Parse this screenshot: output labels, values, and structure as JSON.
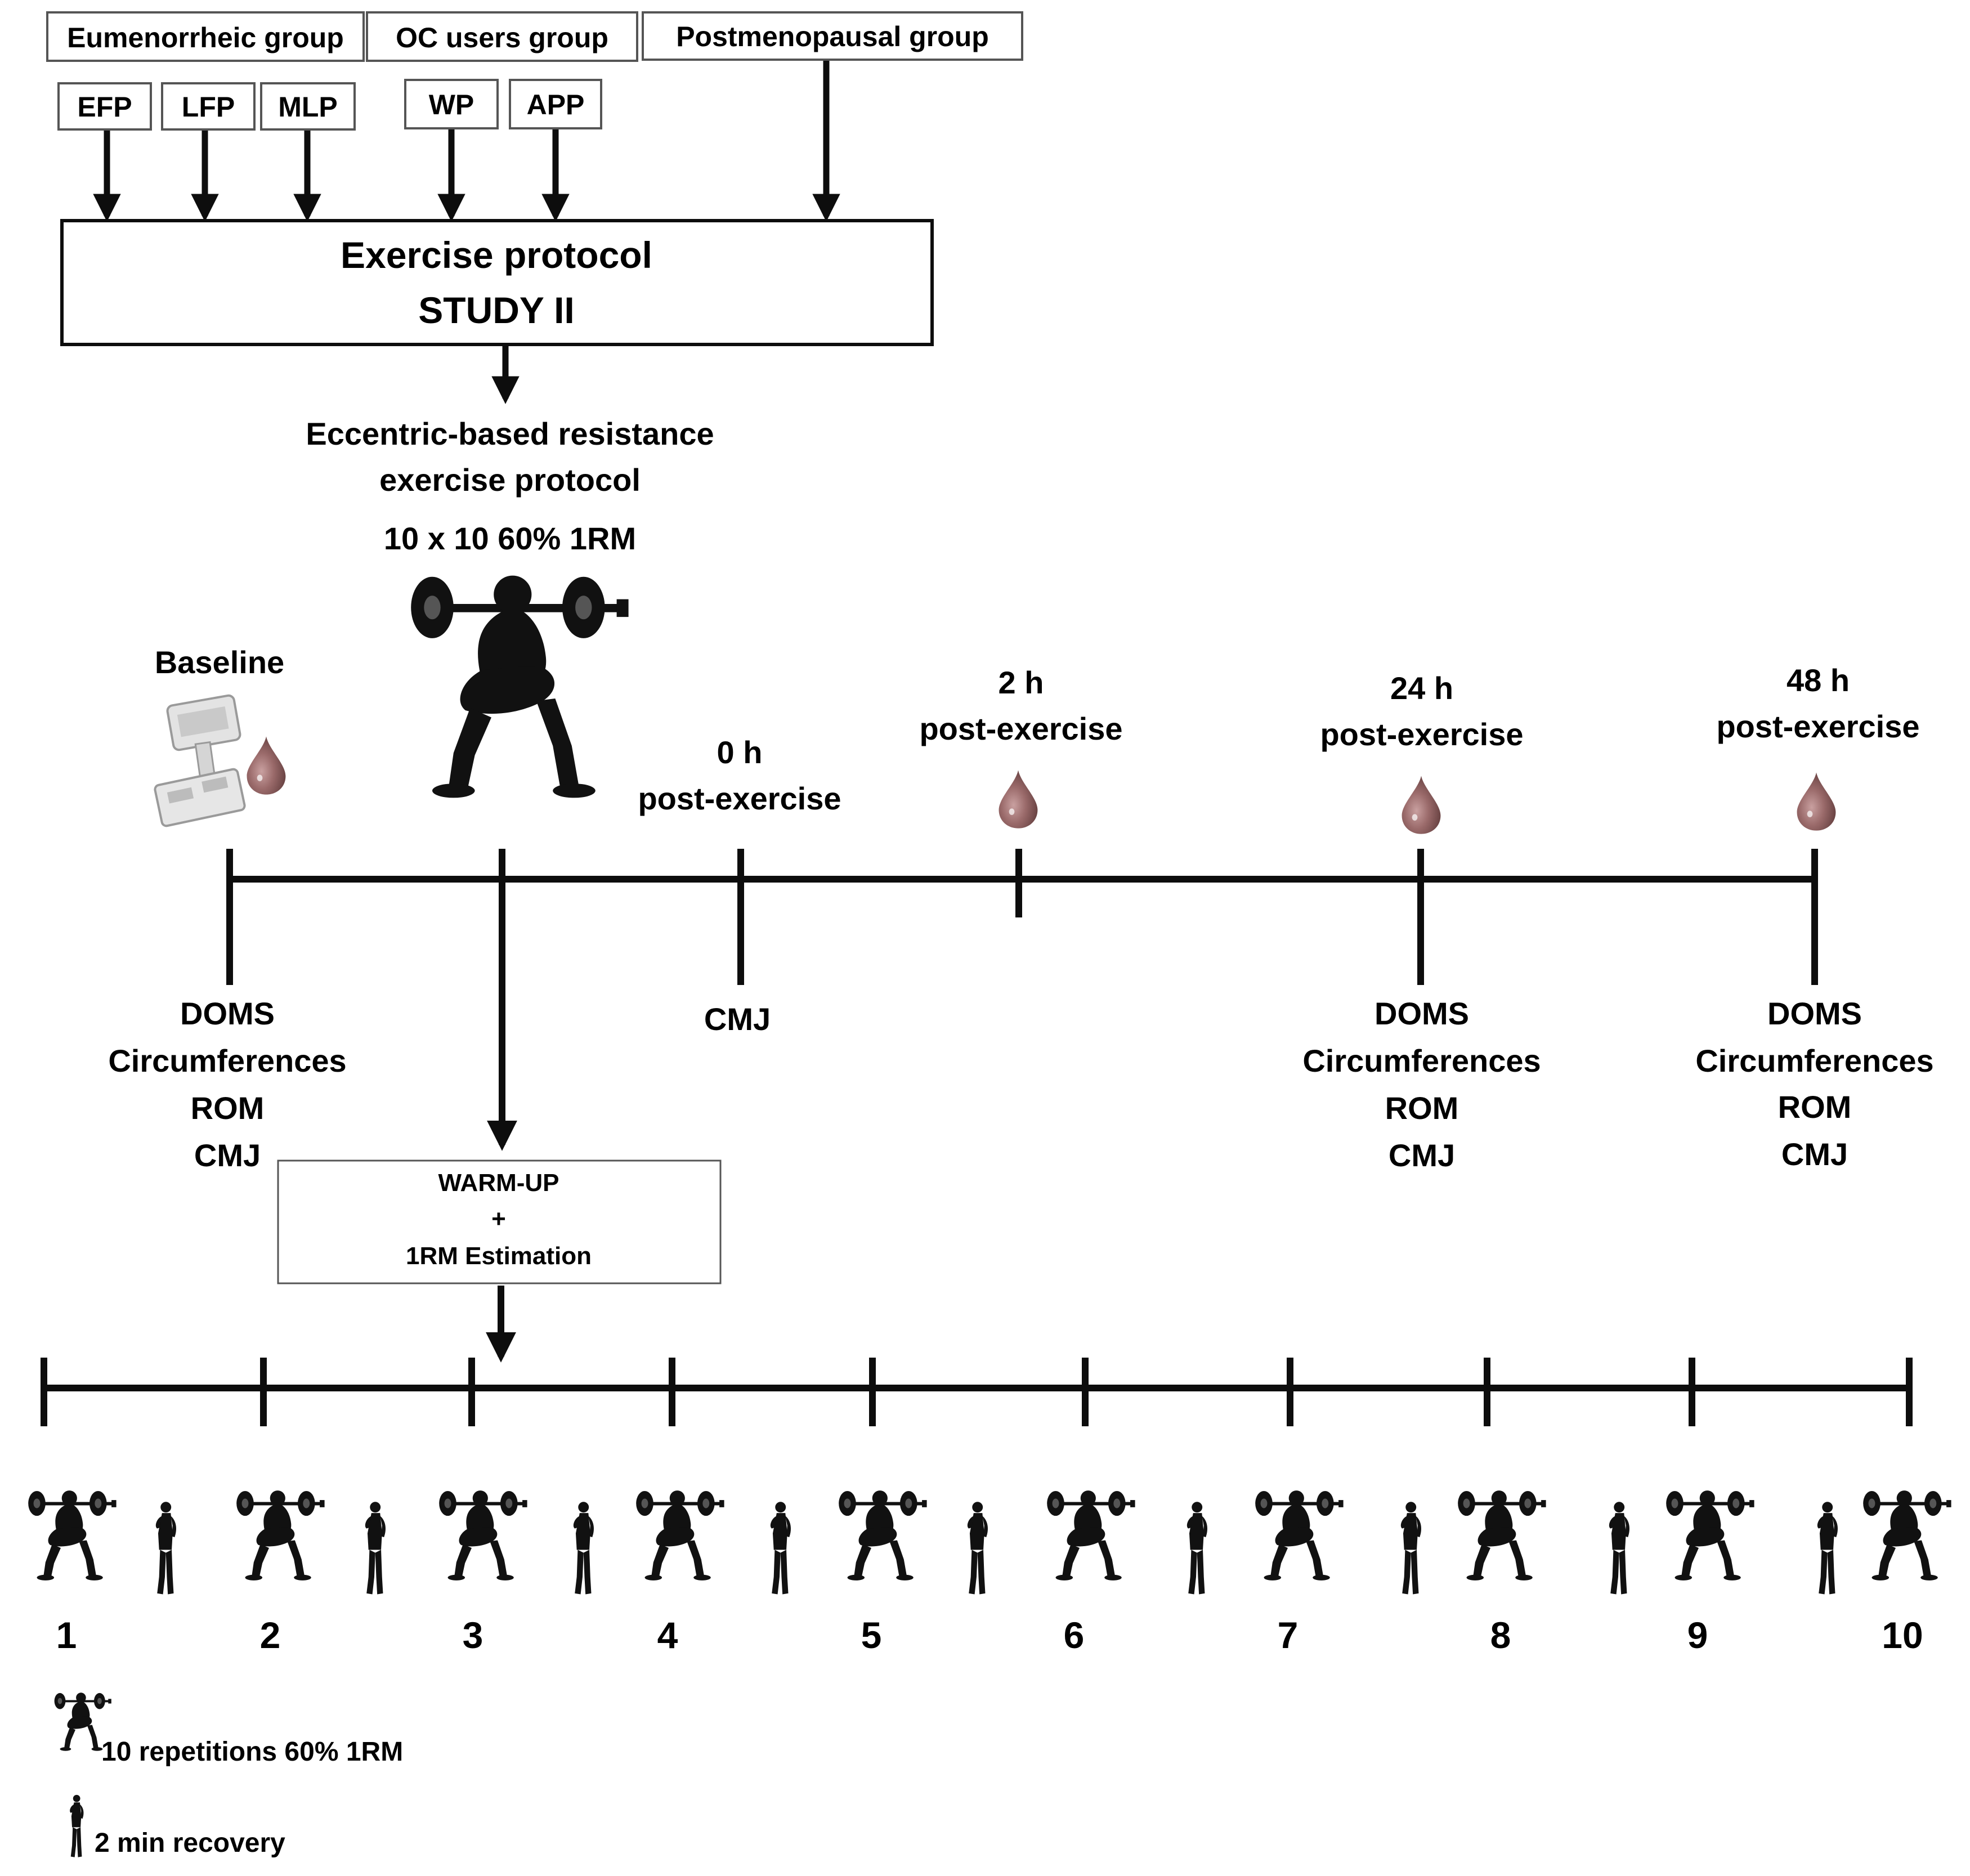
{
  "groups": {
    "eumenorrheic": "Eumenorrheic group",
    "oc_users": "OC users group",
    "postmenopausal": "Postmenopausal group"
  },
  "phases": [
    "EFP",
    "LFP",
    "MLP",
    "WP",
    "APP"
  ],
  "protocol": {
    "line1": "Exercise protocol",
    "line2": "STUDY II"
  },
  "eccentric": {
    "line1": "Eccentric-based resistance",
    "line2": "exercise protocol",
    "dose": "10 x 10  60% 1RM"
  },
  "timepoints": {
    "baseline": "Baseline",
    "t0_hour": "0 h",
    "t0_label": "post-exercise",
    "t2_hour": "2 h",
    "t2_label": "post-exercise",
    "t24_hour": "24 h",
    "t24_label": "post-exercise",
    "t48_hour": "48 h",
    "t48_label": "post-exercise"
  },
  "measures": {
    "baseline": [
      "DOMS",
      "Circumferences",
      "ROM",
      "CMJ"
    ],
    "t0": [
      "CMJ"
    ],
    "t24": [
      "DOMS",
      "Circumferences",
      "ROM",
      "CMJ"
    ],
    "t48": [
      "DOMS",
      "Circumferences",
      "ROM",
      "CMJ"
    ]
  },
  "warmup": {
    "line1": "WARM-UP",
    "line2": "+",
    "line3": "1RM Estimation"
  },
  "sets": [
    "1",
    "2",
    "3",
    "4",
    "5",
    "6",
    "7",
    "8",
    "9",
    "10"
  ],
  "legend": {
    "squat": "10 repetitions 60% 1RM",
    "recovery": "2 min recovery"
  },
  "icons": {
    "drop": "blood-drop-icon",
    "scale": "body-composition-scale-icon",
    "squat": "squat-athlete-icon",
    "recovery": "standing-person-icon"
  },
  "colors": {
    "line": "#0d0d0d",
    "drop": "#8a5b5b",
    "box_border": "#555555"
  }
}
